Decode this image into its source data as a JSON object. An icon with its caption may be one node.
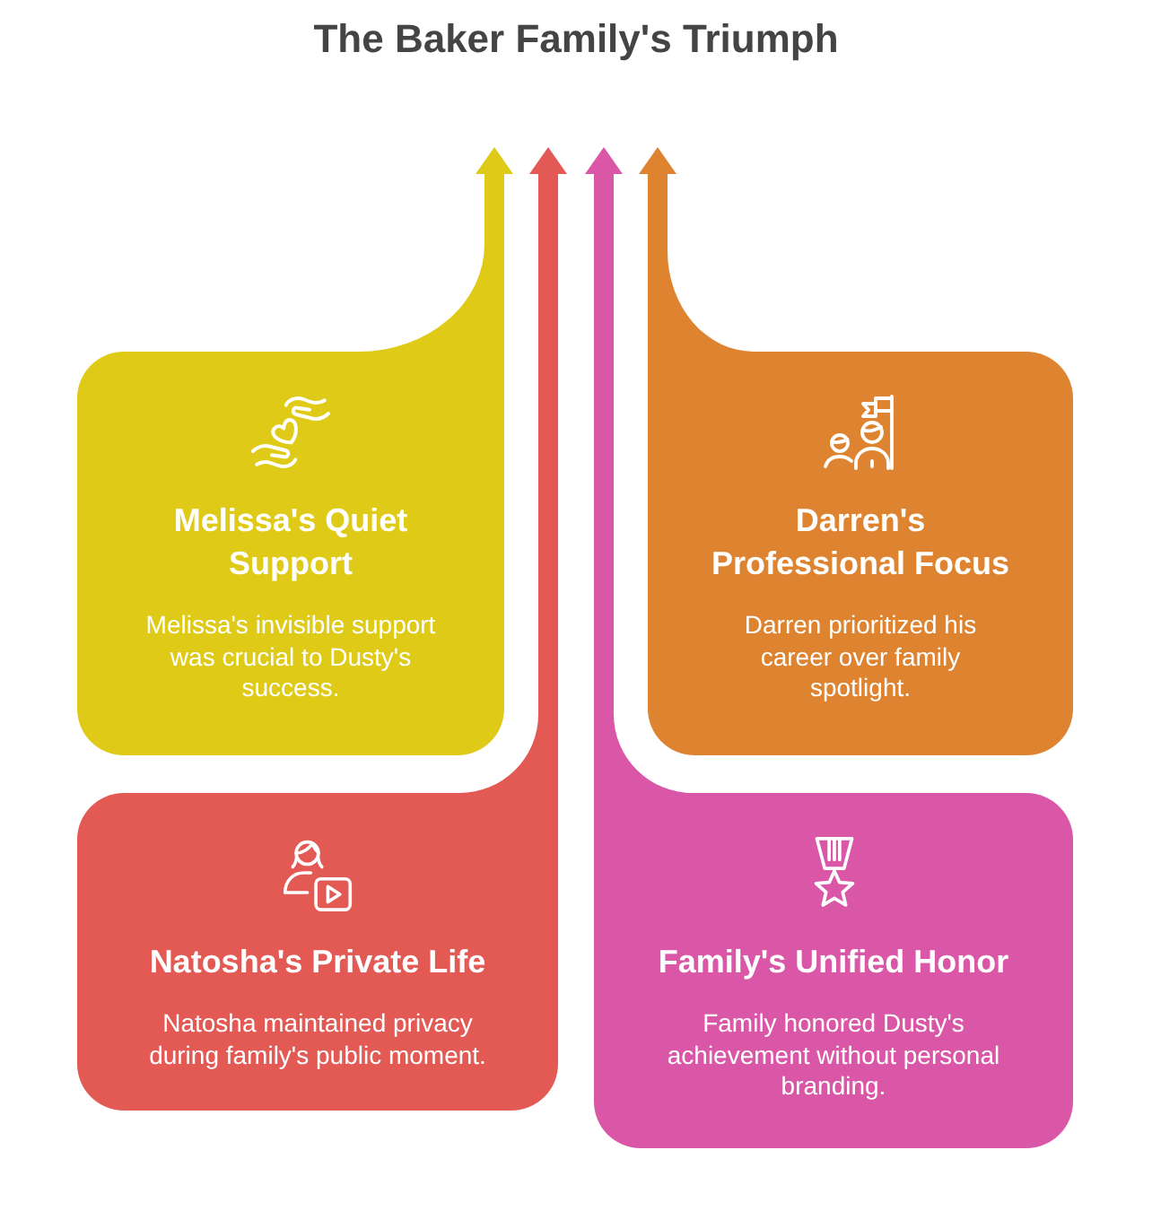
{
  "diagram": {
    "title": "The Baker Family's Triumph",
    "nodes": [
      {
        "text": [
          "Melissa's Quiet Support",
          "Melissa's invisible support was crucial to Dusty's success."
        ]
      },
      {
        "text": [
          "Darren's Professional Focus",
          "Darren prioritized his career over family spotlight."
        ]
      },
      {
        "text": [
          "Natosha's Private Life",
          "Natosha maintained privacy during family's public moment."
        ]
      },
      {
        "text": [
          "Family's Unified Honor",
          "Family honored Dusty's achievement without personal branding."
        ]
      }
    ],
    "edges": [
      {
        "from": 0,
        "to": null,
        "arrow": "to",
        "color": "#dfcb17"
      },
      {
        "from": 2,
        "to": null,
        "arrow": "to",
        "color": "#e35a55"
      },
      {
        "from": 3,
        "to": null,
        "arrow": "to",
        "color": "#da57a8"
      },
      {
        "from": 1,
        "to": null,
        "arrow": "to",
        "color": "#de8431"
      }
    ]
  }
}
